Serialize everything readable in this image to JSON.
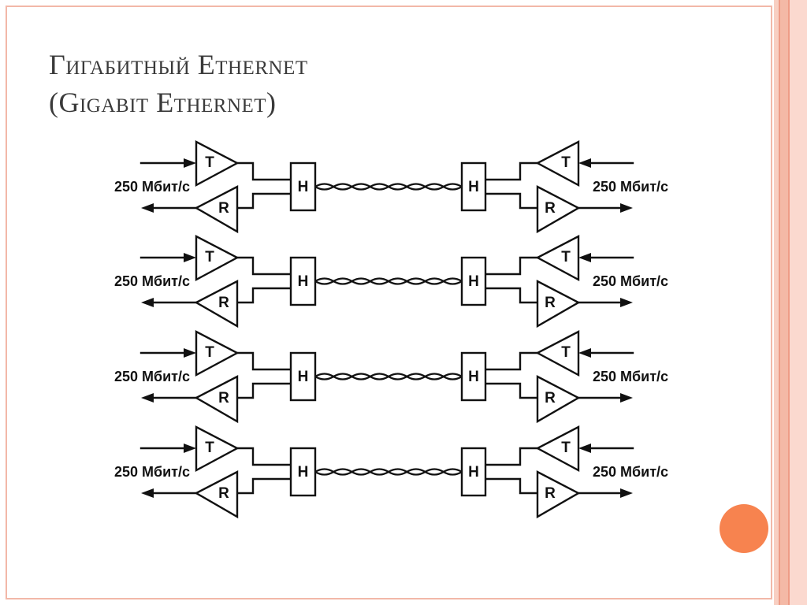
{
  "slide": {
    "title_line1": "Гигабитный Ethernet",
    "title_line2": "(Gigabit Ethernet)"
  },
  "diagram": {
    "channels": [
      {
        "left_rate": "250 Мбит/с",
        "right_rate": "250 Мбит/с"
      },
      {
        "left_rate": "250 Мбит/с",
        "right_rate": "250 Мбит/с"
      },
      {
        "left_rate": "250 Мбит/с",
        "right_rate": "250 Мбит/с"
      },
      {
        "left_rate": "250 Мбит/с",
        "right_rate": "250 Мбит/с"
      }
    ],
    "transmitter_label": "T",
    "receiver_label": "R",
    "hybrid_label": "H"
  },
  "colors": {
    "frame": "#f2b8a8",
    "accent": "#f7834f",
    "title": "#3a3a3a"
  }
}
